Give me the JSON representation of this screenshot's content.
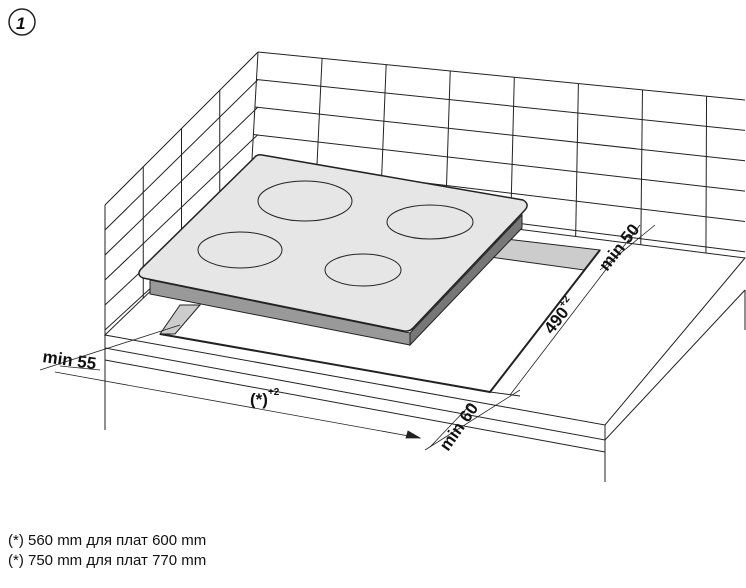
{
  "figure_number": "1",
  "dimensions": {
    "left_margin": "min 55",
    "front_margin": "min 60",
    "back_margin": "min 50",
    "cutout_depth": "490",
    "cutout_depth_tol": "+2",
    "cutout_width": "(*)",
    "cutout_width_tol": "+2"
  },
  "notes": [
    "(*) 560 mm для плат 600 mm",
    "(*) 750 mm для плат 770 mm"
  ]
}
